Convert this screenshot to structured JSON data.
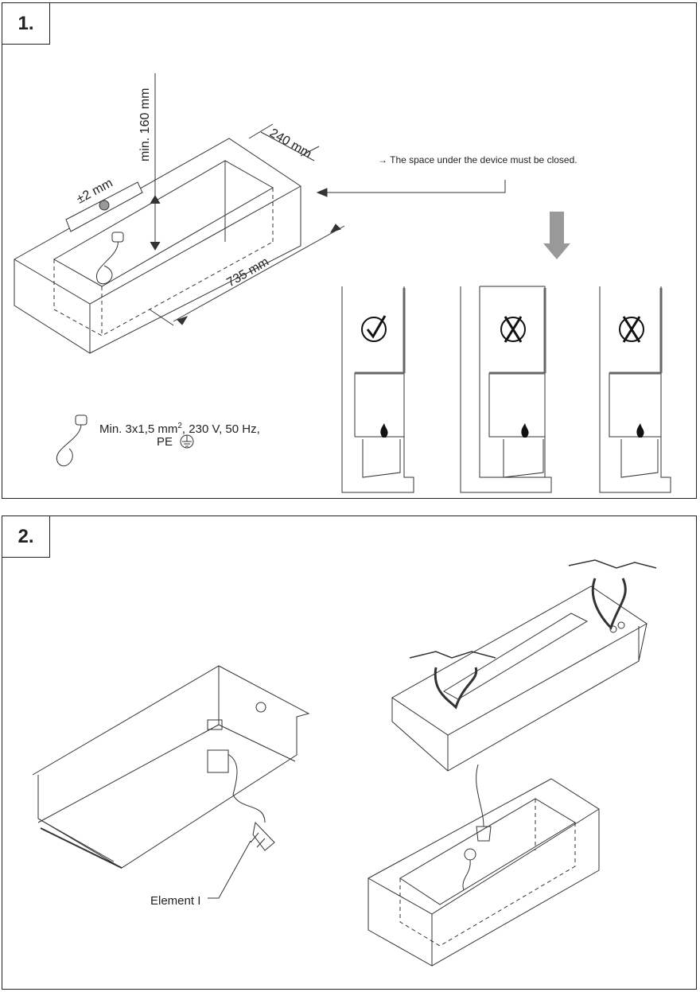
{
  "step1": {
    "number": "1.",
    "dim_height": "min. 160 mm",
    "dim_depth": "240 mm",
    "dim_length": "735 mm",
    "level_tolerance": "±2 mm",
    "note": "→ The space under the device must be closed.",
    "power_spec_line1": "Min. 3x1,5 mm",
    "power_spec_sup": "2",
    "power_spec_line1b": ", 230 V, 50 Hz,",
    "power_spec_line2": "PE",
    "options": [
      {
        "status": "correct",
        "icon": "checkmark-circle-icon"
      },
      {
        "status": "incorrect",
        "icon": "cross-circle-icon"
      },
      {
        "status": "incorrect",
        "icon": "cross-circle-icon"
      }
    ]
  },
  "step2": {
    "number": "2.",
    "element_label": "Element I"
  }
}
